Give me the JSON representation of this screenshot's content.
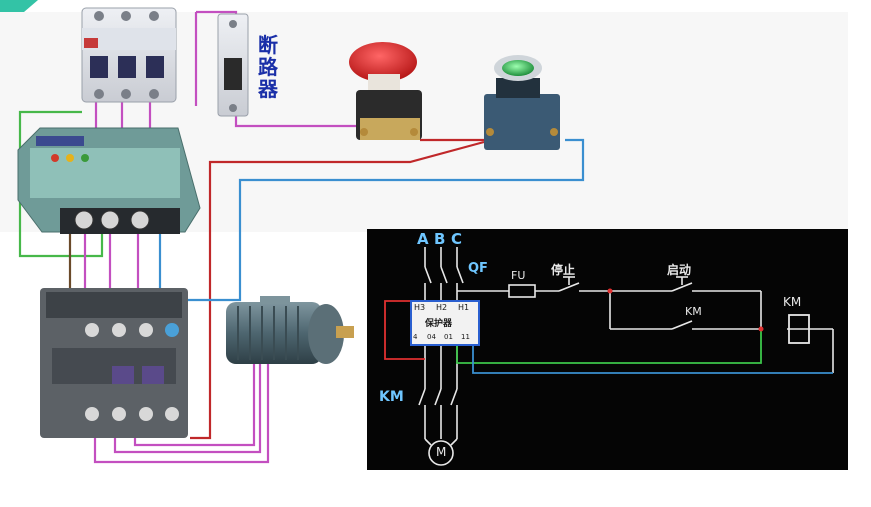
{
  "breaker_label": [
    "断",
    "路",
    "器"
  ],
  "schematic": {
    "phases": [
      "A",
      "B",
      "C"
    ],
    "qf": "QF",
    "fuse": "FU",
    "stop": "停止",
    "start": "启动",
    "km_aux": "KM",
    "km_coil": "KM",
    "km_main": "KM",
    "motor": "M",
    "protector": "保护器",
    "protector_top": [
      "H3",
      "H2",
      "H1"
    ],
    "protector_bottom": [
      "4",
      "04",
      "01",
      "11"
    ]
  },
  "colors": {
    "red_wire": "#c0282a",
    "blue_wire": "#3a8fd0",
    "green_wire": "#47b84a",
    "magenta_wire": "#c34fc0",
    "schematic_bg": "#050505",
    "schematic_text": "#6fc6ff",
    "label_blue": "#1a2fa8"
  }
}
